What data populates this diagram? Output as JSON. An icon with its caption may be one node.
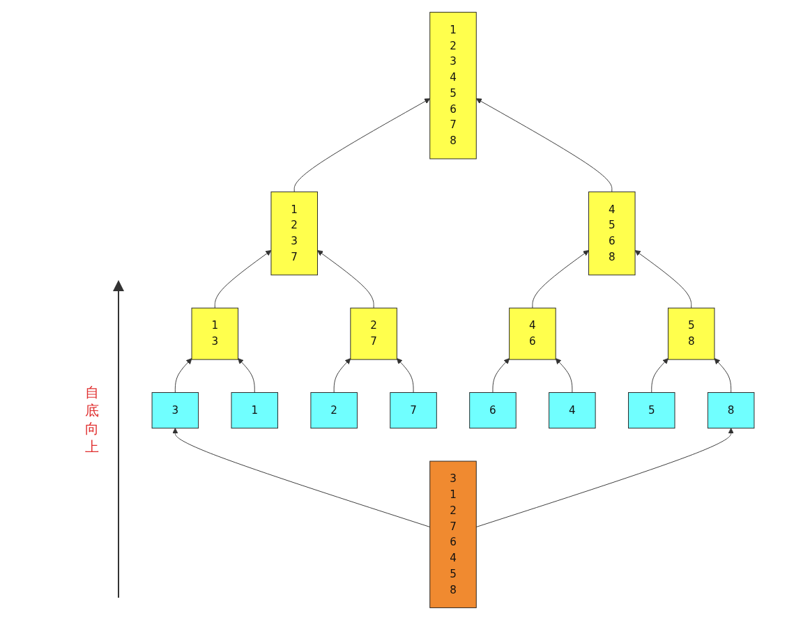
{
  "diagram": {
    "nodes": [
      {
        "text": [
          "1",
          "2",
          "3",
          "4",
          "5",
          "6",
          "7",
          "8"
        ]
      },
      {
        "text": [
          "4",
          "5",
          "6",
          "8"
        ]
      },
      {
        "text": [
          "4",
          "6"
        ]
      },
      {
        "text": [
          "5",
          "8"
        ]
      },
      {
        "text": [
          "6"
        ]
      },
      {
        "text": [
          "4"
        ]
      },
      {
        "text": [
          "5"
        ]
      },
      {
        "text": [
          "8"
        ]
      },
      {
        "text": [
          "1",
          "2",
          "3",
          "7"
        ]
      },
      {
        "text": [
          "1",
          "3"
        ]
      },
      {
        "text": [
          "2",
          "7"
        ]
      },
      {
        "text": [
          "3"
        ]
      },
      {
        "text": [
          "1"
        ]
      },
      {
        "text": [
          "2"
        ]
      },
      {
        "text": [
          "7"
        ]
      },
      {
        "text": [
          "3",
          "1",
          "2",
          "7",
          "6",
          "4",
          "5",
          "8"
        ]
      }
    ],
    "edges": [
      {
        "from": 15,
        "to": 11,
        "arrow": "to"
      },
      {
        "from": 15,
        "to": 7,
        "arrow": "to"
      },
      {
        "from": 11,
        "to": 9,
        "arrow": "to"
      },
      {
        "from": 12,
        "to": 9,
        "arrow": "to"
      },
      {
        "from": 13,
        "to": 10,
        "arrow": "to"
      },
      {
        "from": 14,
        "to": 10,
        "arrow": "to"
      },
      {
        "from": 9,
        "to": 8,
        "arrow": "to"
      },
      {
        "from": 10,
        "to": 8,
        "arrow": "to"
      },
      {
        "from": 8,
        "to": 0,
        "arrow": "to"
      },
      {
        "from": 4,
        "to": 2,
        "arrow": "to"
      },
      {
        "from": 5,
        "to": 2,
        "arrow": "to"
      },
      {
        "from": 6,
        "to": 3,
        "arrow": "to"
      },
      {
        "from": 7,
        "to": 3,
        "arrow": "to"
      },
      {
        "from": 2,
        "to": 1,
        "arrow": "to"
      },
      {
        "from": 3,
        "to": 1,
        "arrow": "to"
      },
      {
        "from": 1,
        "to": 0,
        "arrow": "to"
      }
    ],
    "labels": [
      "自底向上"
    ]
  }
}
